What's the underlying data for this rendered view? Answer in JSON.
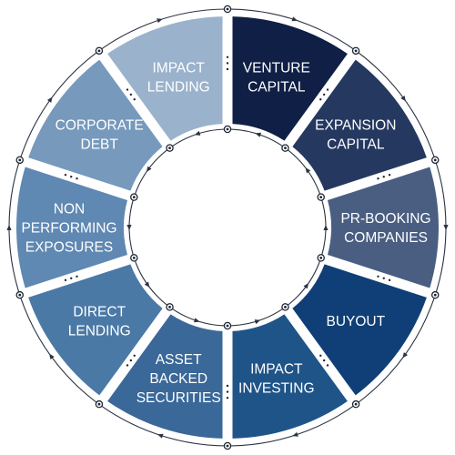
{
  "segments": [
    {
      "id": "venture-capital",
      "lines": [
        "VENTURE",
        "CAPITAL"
      ],
      "color": "#0f1f45"
    },
    {
      "id": "expansion-capital",
      "lines": [
        "EXPANSION",
        "CAPITAL"
      ],
      "color": "#253860"
    },
    {
      "id": "pr-booking-companies",
      "lines": [
        "PR-BOOKING",
        "COMPANIES"
      ],
      "color": "#4a5e82"
    },
    {
      "id": "buyout",
      "lines": [
        "BUYOUT"
      ],
      "color": "#0f3f76"
    },
    {
      "id": "impact-investing",
      "lines": [
        "IMPACT",
        "INVESTING"
      ],
      "color": "#1f5488"
    },
    {
      "id": "asset-backed-securities",
      "lines": [
        "ASSET",
        "BACKED",
        "SECURITIES"
      ],
      "color": "#3a6898"
    },
    {
      "id": "direct-lending",
      "lines": [
        "DIRECT",
        "LENDING"
      ],
      "color": "#4b79a6"
    },
    {
      "id": "non-performing-exposures",
      "lines": [
        "NON",
        "PERFORMING",
        "EXPOSURES"
      ],
      "color": "#5f88b2"
    },
    {
      "id": "corporate-debt",
      "lines": [
        "CORPORATE",
        "DEBT"
      ],
      "color": "#7699bc"
    },
    {
      "id": "impact-lending",
      "lines": [
        "IMPACT",
        "LENDING"
      ],
      "color": "#9ab2cb"
    }
  ]
}
